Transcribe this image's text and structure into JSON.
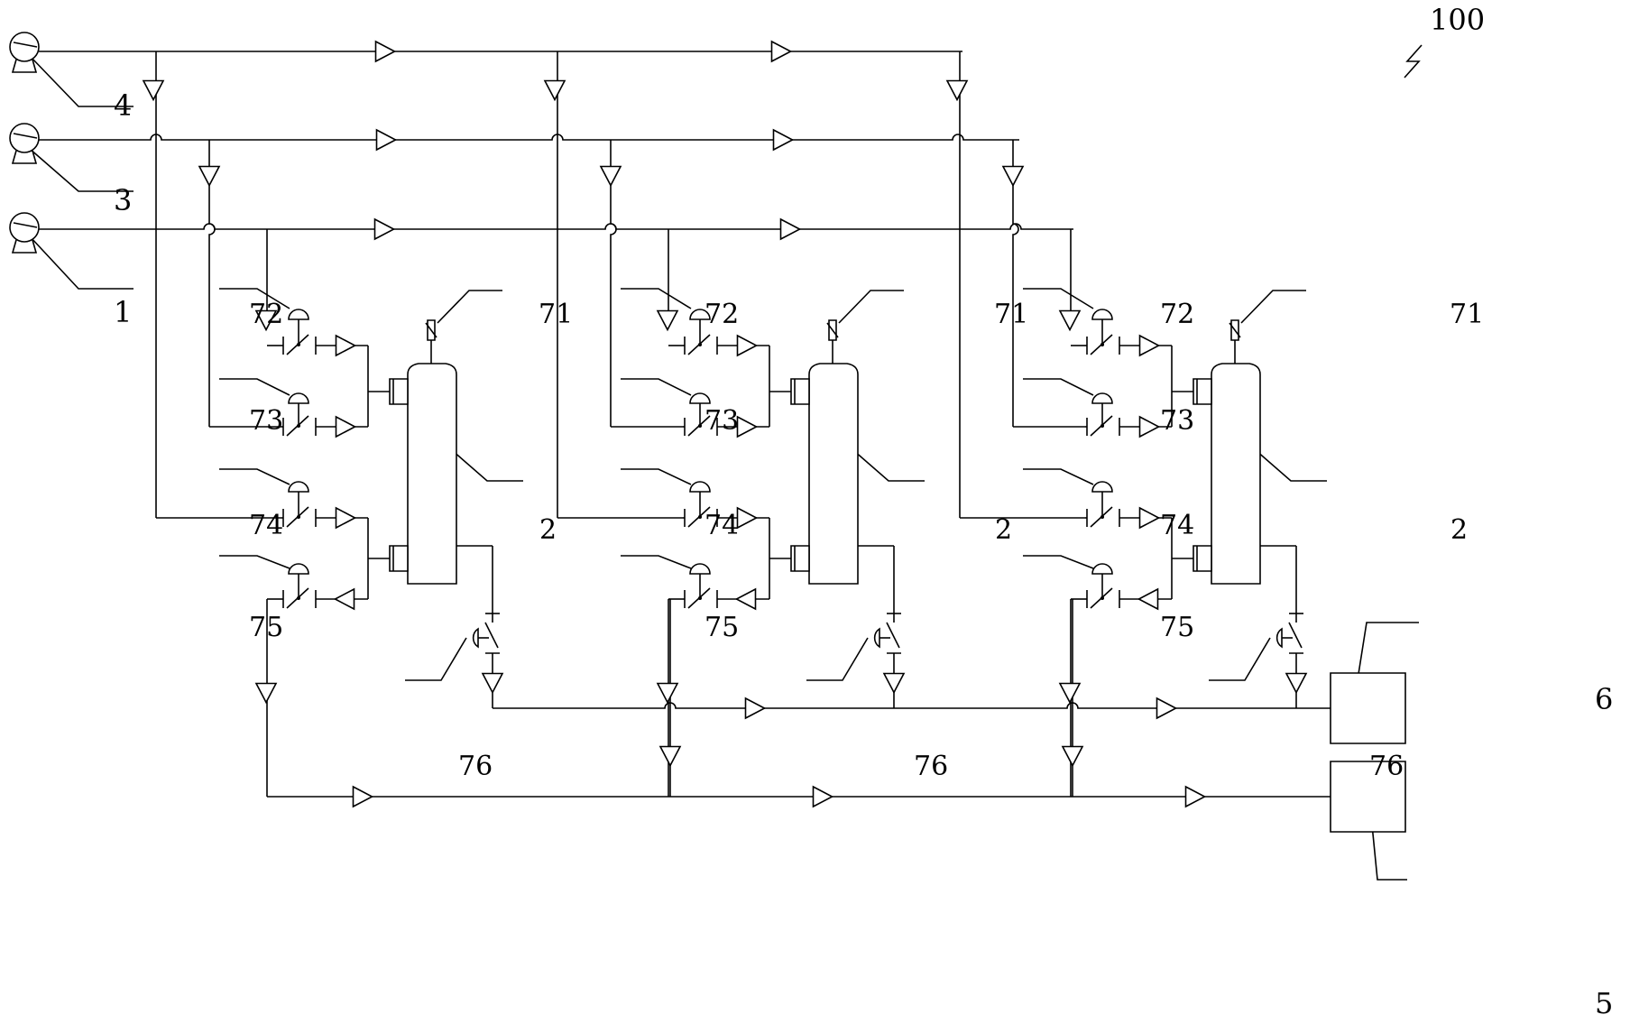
{
  "figure": {
    "ref": "100"
  },
  "pumps": [
    {
      "label": "4"
    },
    {
      "label": "3"
    },
    {
      "label": "1"
    }
  ],
  "units": [
    {
      "vessel": "2",
      "sensor": "71",
      "valves": [
        "72",
        "73",
        "74",
        "75",
        "76"
      ]
    },
    {
      "vessel": "2",
      "sensor": "71",
      "valves": [
        "72",
        "73",
        "74",
        "75",
        "76"
      ]
    },
    {
      "vessel": "2",
      "sensor": "71",
      "valves": [
        "72",
        "73",
        "74",
        "75",
        "76"
      ]
    }
  ],
  "tanks": [
    {
      "label": "6"
    },
    {
      "label": "5"
    }
  ],
  "icons": [
    "pump-icon",
    "check-valve-icon",
    "flow-arrow-icon",
    "sensor-icon",
    "leader-line"
  ]
}
